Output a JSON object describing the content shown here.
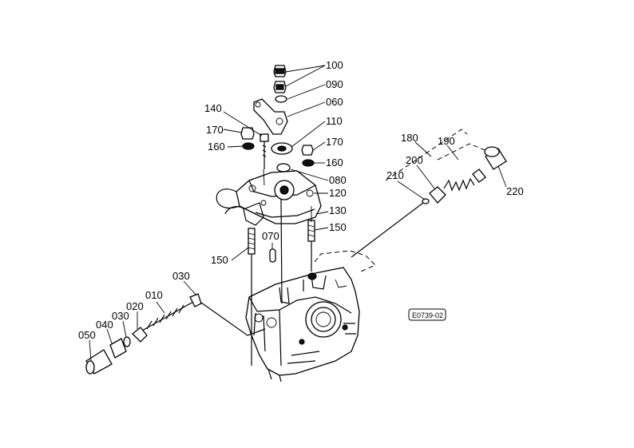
{
  "labels": {
    "p100": "100",
    "p090": "090",
    "p060": "060",
    "p110": "110",
    "p140": "140",
    "p170a": "170",
    "p160a": "160",
    "p170b": "170",
    "p160b": "160",
    "p080": "080",
    "p120": "120",
    "p130": "130",
    "p150a": "150",
    "p150b": "150",
    "p070": "070",
    "p180": "180",
    "p190": "190",
    "p200": "200",
    "p210": "210",
    "p220": "220",
    "p030a": "030",
    "p010": "010",
    "p020": "020",
    "p030b": "030",
    "p040": "040",
    "p050": "050"
  },
  "drawing_code": "E0739-02"
}
